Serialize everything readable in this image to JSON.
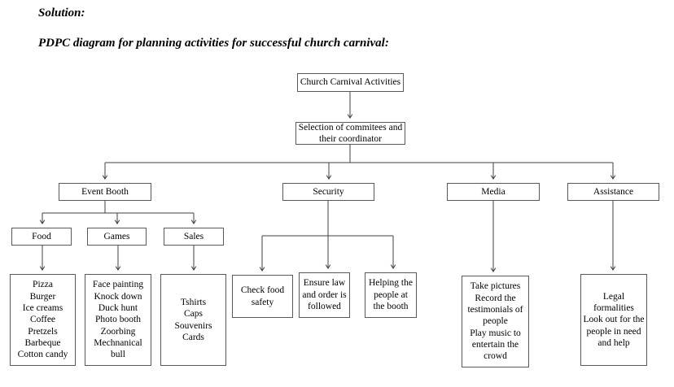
{
  "heading": {
    "solution": "Solution:",
    "subtitle": "PDPC diagram for planning activities for successful church carnival:"
  },
  "colors": {
    "background": "#ffffff",
    "box_border": "#595959",
    "connector": "#404040",
    "text": "#000000"
  },
  "diagram": {
    "root": "Church Carnival Activities",
    "coordinator": "Selection of commitees and their coordinator",
    "branches": {
      "event_booth": {
        "label": "Event Booth",
        "sub": {
          "food": {
            "label": "Food",
            "items": [
              "Pizza",
              "Burger",
              "Ice creams",
              "Coffee",
              "Pretzels",
              "Barbeque",
              "Cotton candy"
            ]
          },
          "games": {
            "label": "Games",
            "items": [
              "Face painting",
              "Knock down",
              "Duck hunt",
              "Photo booth",
              "Zoorbing",
              "Mechnanical bull"
            ]
          },
          "sales": {
            "label": "Sales",
            "items": [
              "Tshirts",
              "Caps",
              "Souvenirs",
              "Cards"
            ]
          }
        }
      },
      "security": {
        "label": "Security",
        "tasks": [
          "Check food safety",
          "Ensure law and order is followed",
          "Helping the people at the booth"
        ]
      },
      "media": {
        "label": "Media",
        "items": [
          "Take pictures",
          "Record the testimonials of people",
          "Play music to entertain the crowd"
        ]
      },
      "assistance": {
        "label": "Assistance",
        "items": [
          "Legal formalities",
          "Look out for the people in need and help"
        ]
      }
    }
  }
}
